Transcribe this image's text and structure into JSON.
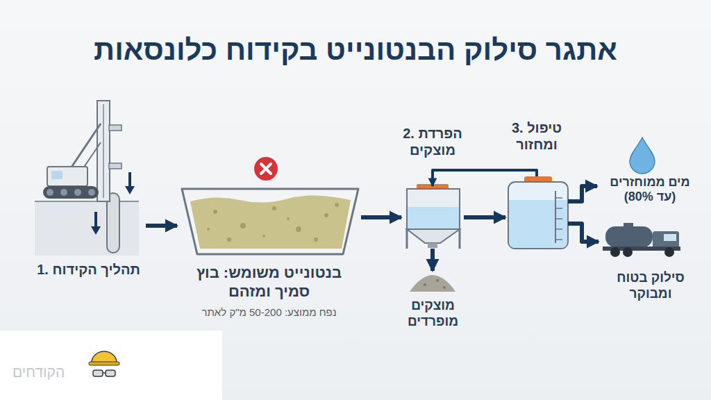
{
  "diagram": {
    "title": "אתגר סילוק הבנטונייט בקידוח כלונסאות",
    "nodes": [
      {
        "text": [
          "1. תהליך הקידוח"
        ]
      },
      {
        "text": [
          "בנטונייט משומש: בוץ סמיך ומזהם",
          "נפח ממוצע: 50-200 מ\"ק לאתר"
        ]
      },
      {
        "text": [
          "2. הפרדת מוצקים"
        ]
      },
      {
        "text": [
          "מוצקים מופרדים"
        ]
      },
      {
        "text": [
          "3. טיפול ומחזור"
        ]
      },
      {
        "text": [
          "מים ממוחזרים (עד 80%)"
        ]
      },
      {
        "text": [
          "סילוק בטוח ומבוקר"
        ]
      }
    ],
    "edges": [
      {
        "from": 0,
        "to": 1,
        "arrow": "to"
      },
      {
        "from": 1,
        "to": 2,
        "arrow": "to"
      },
      {
        "from": 2,
        "to": 3,
        "arrow": "to"
      },
      {
        "from": 2,
        "to": 4,
        "arrow": "to"
      },
      {
        "from": 4,
        "to": 2,
        "arrow": "to"
      },
      {
        "from": 4,
        "to": 5,
        "arrow": "to"
      },
      {
        "from": 4,
        "to": 6,
        "arrow": "to"
      }
    ],
    "labels": [
      "הקודחים"
    ]
  }
}
